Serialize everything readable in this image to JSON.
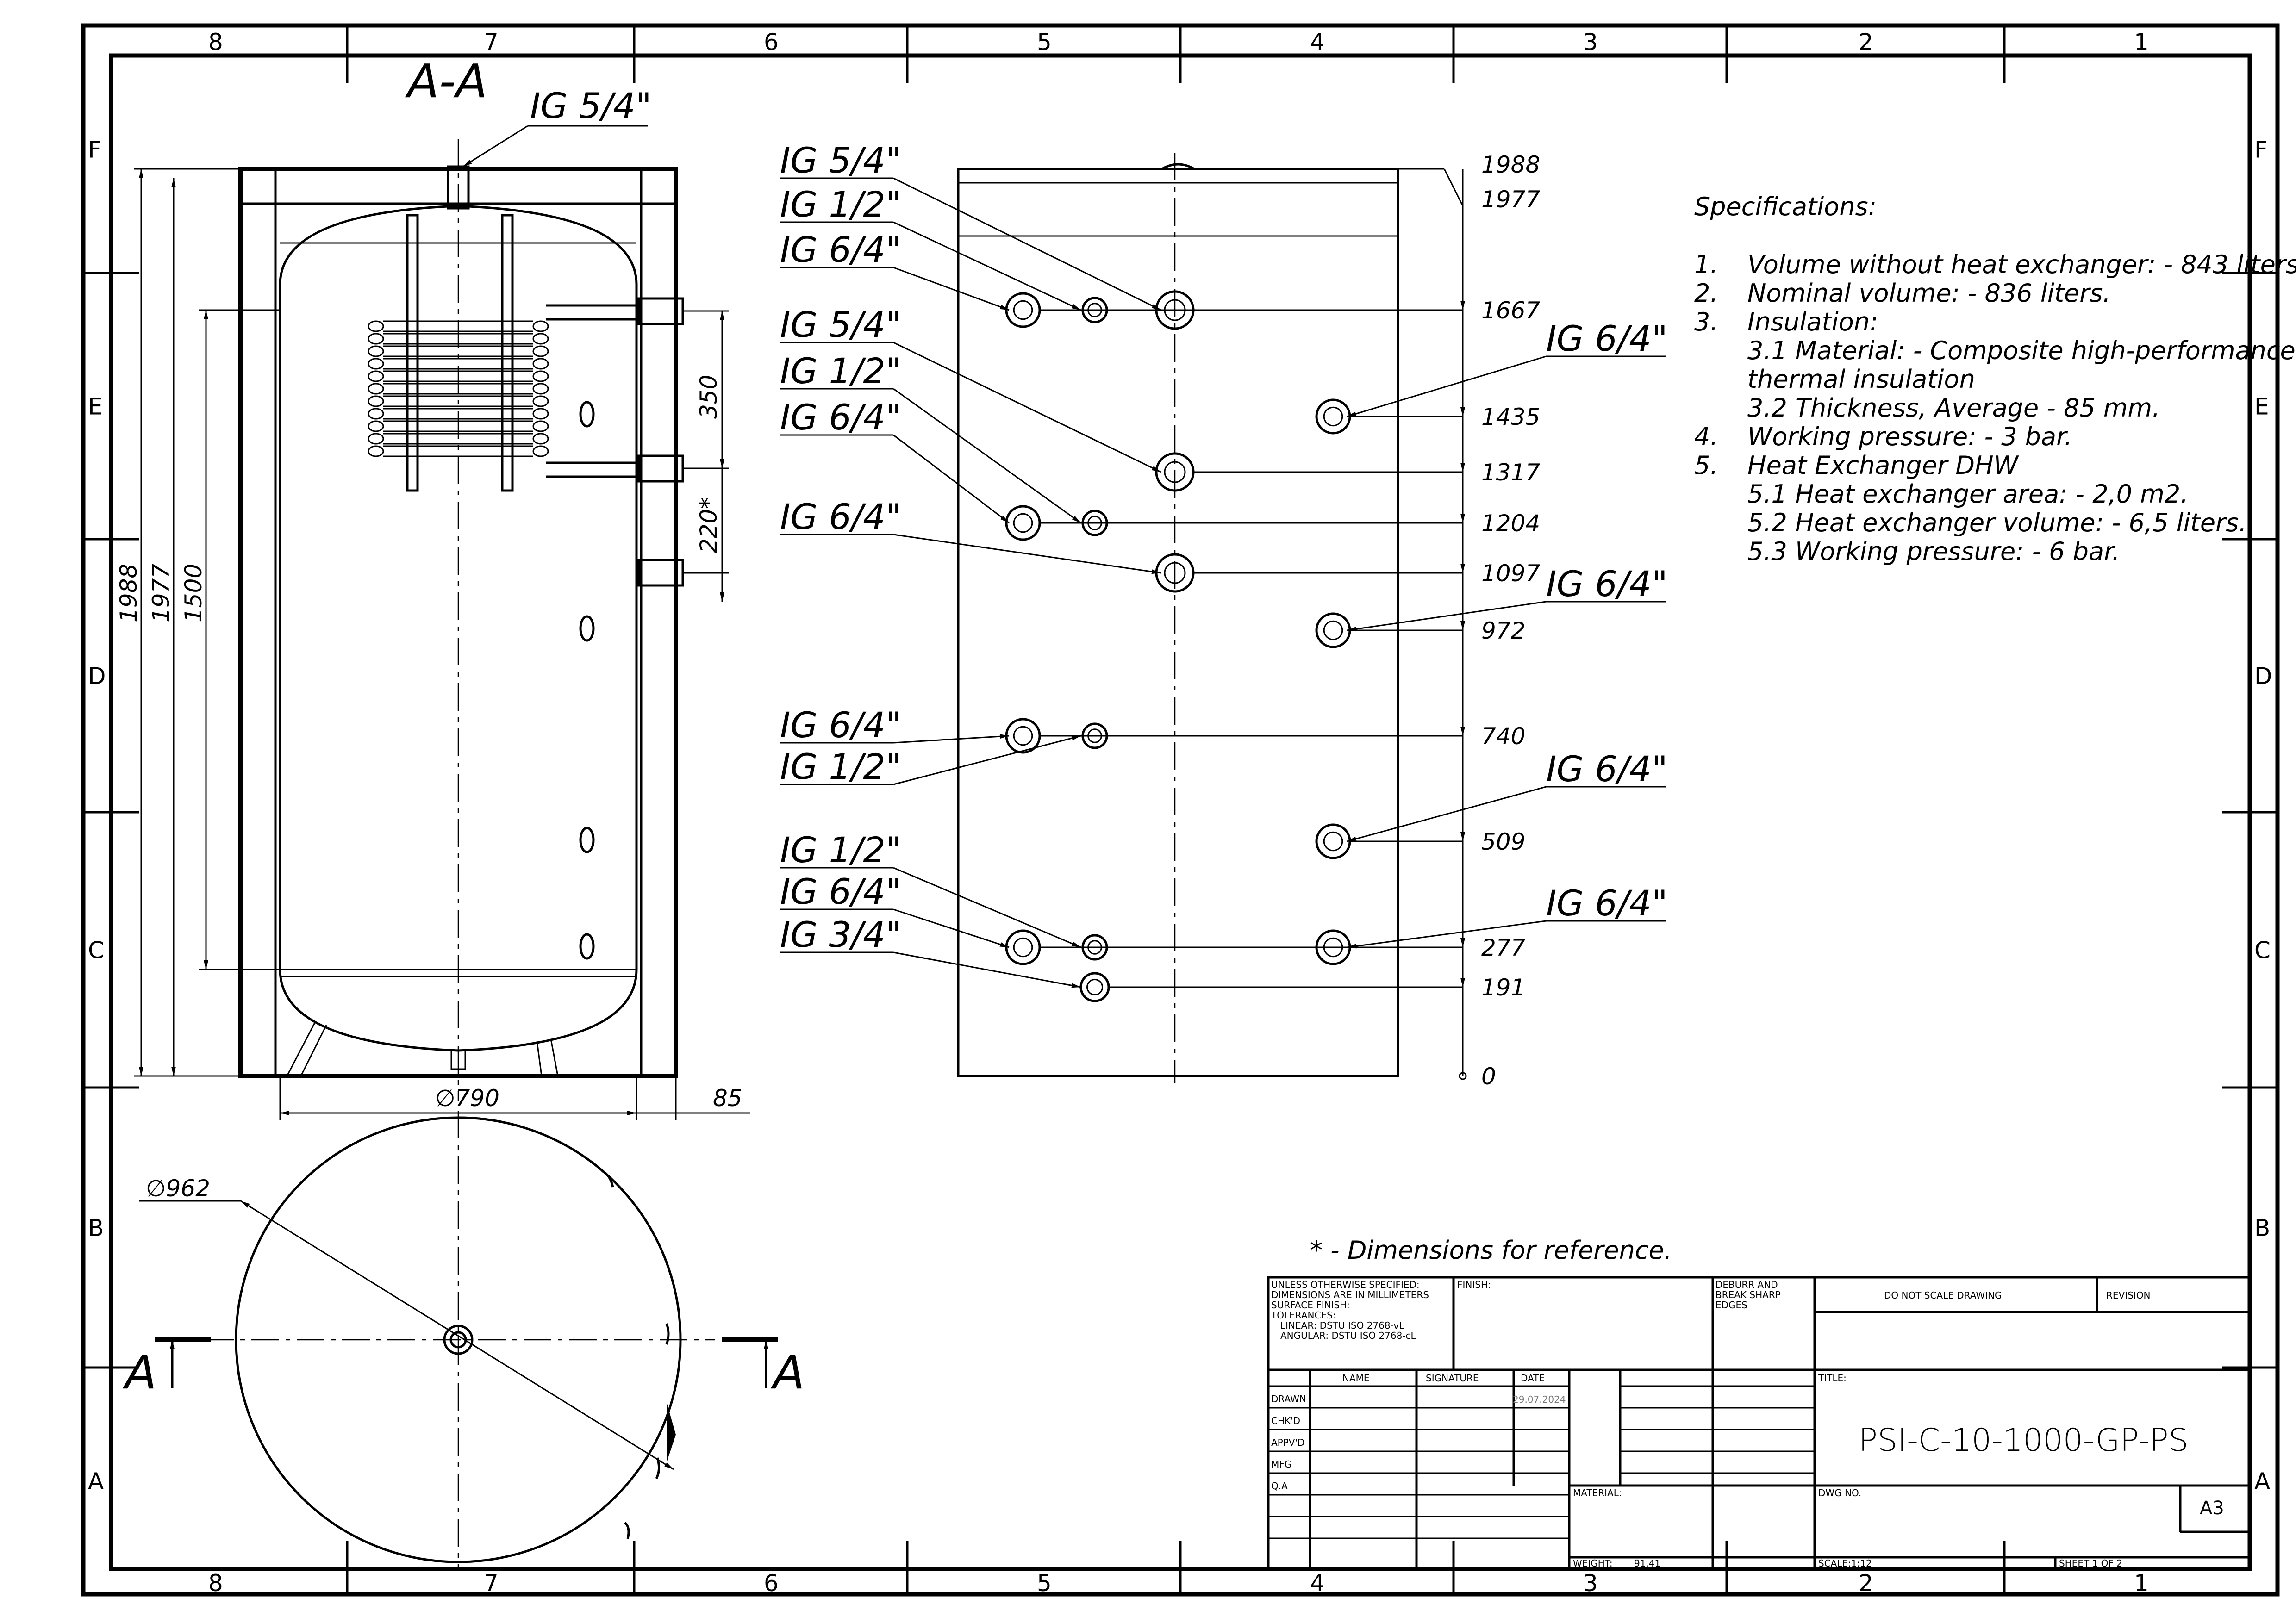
{
  "section_label": "A-A",
  "top_fitting": "IG 5/4\"",
  "grid": {
    "columns": [
      "8",
      "7",
      "6",
      "5",
      "4",
      "3",
      "2",
      "1"
    ],
    "rows": [
      "F",
      "E",
      "D",
      "C",
      "B",
      "A"
    ]
  },
  "section_dims": {
    "h1988": "1988",
    "h1977": "1977",
    "h1500": "1500",
    "d350": "350",
    "d220": "220*",
    "dia790": "∅790",
    "ins85": "85"
  },
  "plan": {
    "dia": "∅962",
    "cut_left": "A",
    "cut_right": "A"
  },
  "front_levels": [
    "1988",
    "1977",
    "1667",
    "1435",
    "1317",
    "1204",
    "1097",
    "972",
    "740",
    "509",
    "277",
    "191",
    "0"
  ],
  "front_labels_left": [
    "IG 5/4\"",
    "IG 1/2\"",
    "IG 6/4\"",
    "IG 5/4\"",
    "IG 1/2\"",
    "IG 6/4\"",
    "IG 6/4\"",
    "IG 6/4\"",
    "IG 1/2\"",
    "IG 1/2\"",
    "IG 6/4\"",
    "IG 3/4\""
  ],
  "front_labels_right": [
    "IG 6/4\"",
    "IG 6/4\"",
    "IG 6/4\"",
    "IG 6/4\""
  ],
  "specs": {
    "title": "Specifications:",
    "lines": [
      {
        "n": "1.",
        "t": "Volume without heat exchanger: - 843 liters."
      },
      {
        "n": "2.",
        "t": "Nominal volume: - 836 liters."
      },
      {
        "n": "3.",
        "t": "Insulation:"
      },
      {
        "n": "",
        "t": "3.1 Material: - Composite high-performance"
      },
      {
        "n": "",
        "t": "thermal insulation"
      },
      {
        "n": "",
        "t": "3.2 Thickness, Average   - 85 mm."
      },
      {
        "n": "4.",
        "t": "Working pressure: - 3 bar."
      },
      {
        "n": "5.",
        "t": "Heat Exchanger DHW"
      },
      {
        "n": "",
        "t": "5.1 Heat exchanger area: - 2,0 m2."
      },
      {
        "n": "",
        "t": "5.2 Heat exchanger volume: - 6,5 liters."
      },
      {
        "n": "",
        "t": "5.3 Working pressure: - 6 bar."
      }
    ]
  },
  "note": "* - Dimensions for reference.",
  "title_block": {
    "general_1": "UNLESS OTHERWISE SPECIFIED:",
    "general_2": "DIMENSIONS ARE IN MILLIMETERS",
    "general_3": "SURFACE FINISH:",
    "general_4": "TOLERANCES:",
    "general_5": "LINEAR: DSTU ISO 2768-vL",
    "general_6": "ANGULAR: DSTU ISO 2768-cL",
    "finish": "FINISH:",
    "deburr_1": "DEBURR AND",
    "deburr_2": "BREAK SHARP",
    "deburr_3": "EDGES",
    "noscale": "DO NOT SCALE DRAWING",
    "revision": "REVISION",
    "col_name": "NAME",
    "col_signature": "SIGNATURE",
    "col_date": "DATE",
    "rows": [
      "DRAWN",
      "CHK'D",
      "APPV'D",
      "MFG",
      "Q.A"
    ],
    "drawn_date": "29.07.2024",
    "title_label": "TITLE:",
    "title": "PSI-C-10-1000-GP-PS",
    "material": "MATERIAL:",
    "dwg_no": "DWG NO.",
    "size": "A3",
    "weight_label": "WEIGHT:",
    "weight": "91.41",
    "scale": "SCALE:1:12",
    "sheet": "SHEET 1 OF 2"
  }
}
